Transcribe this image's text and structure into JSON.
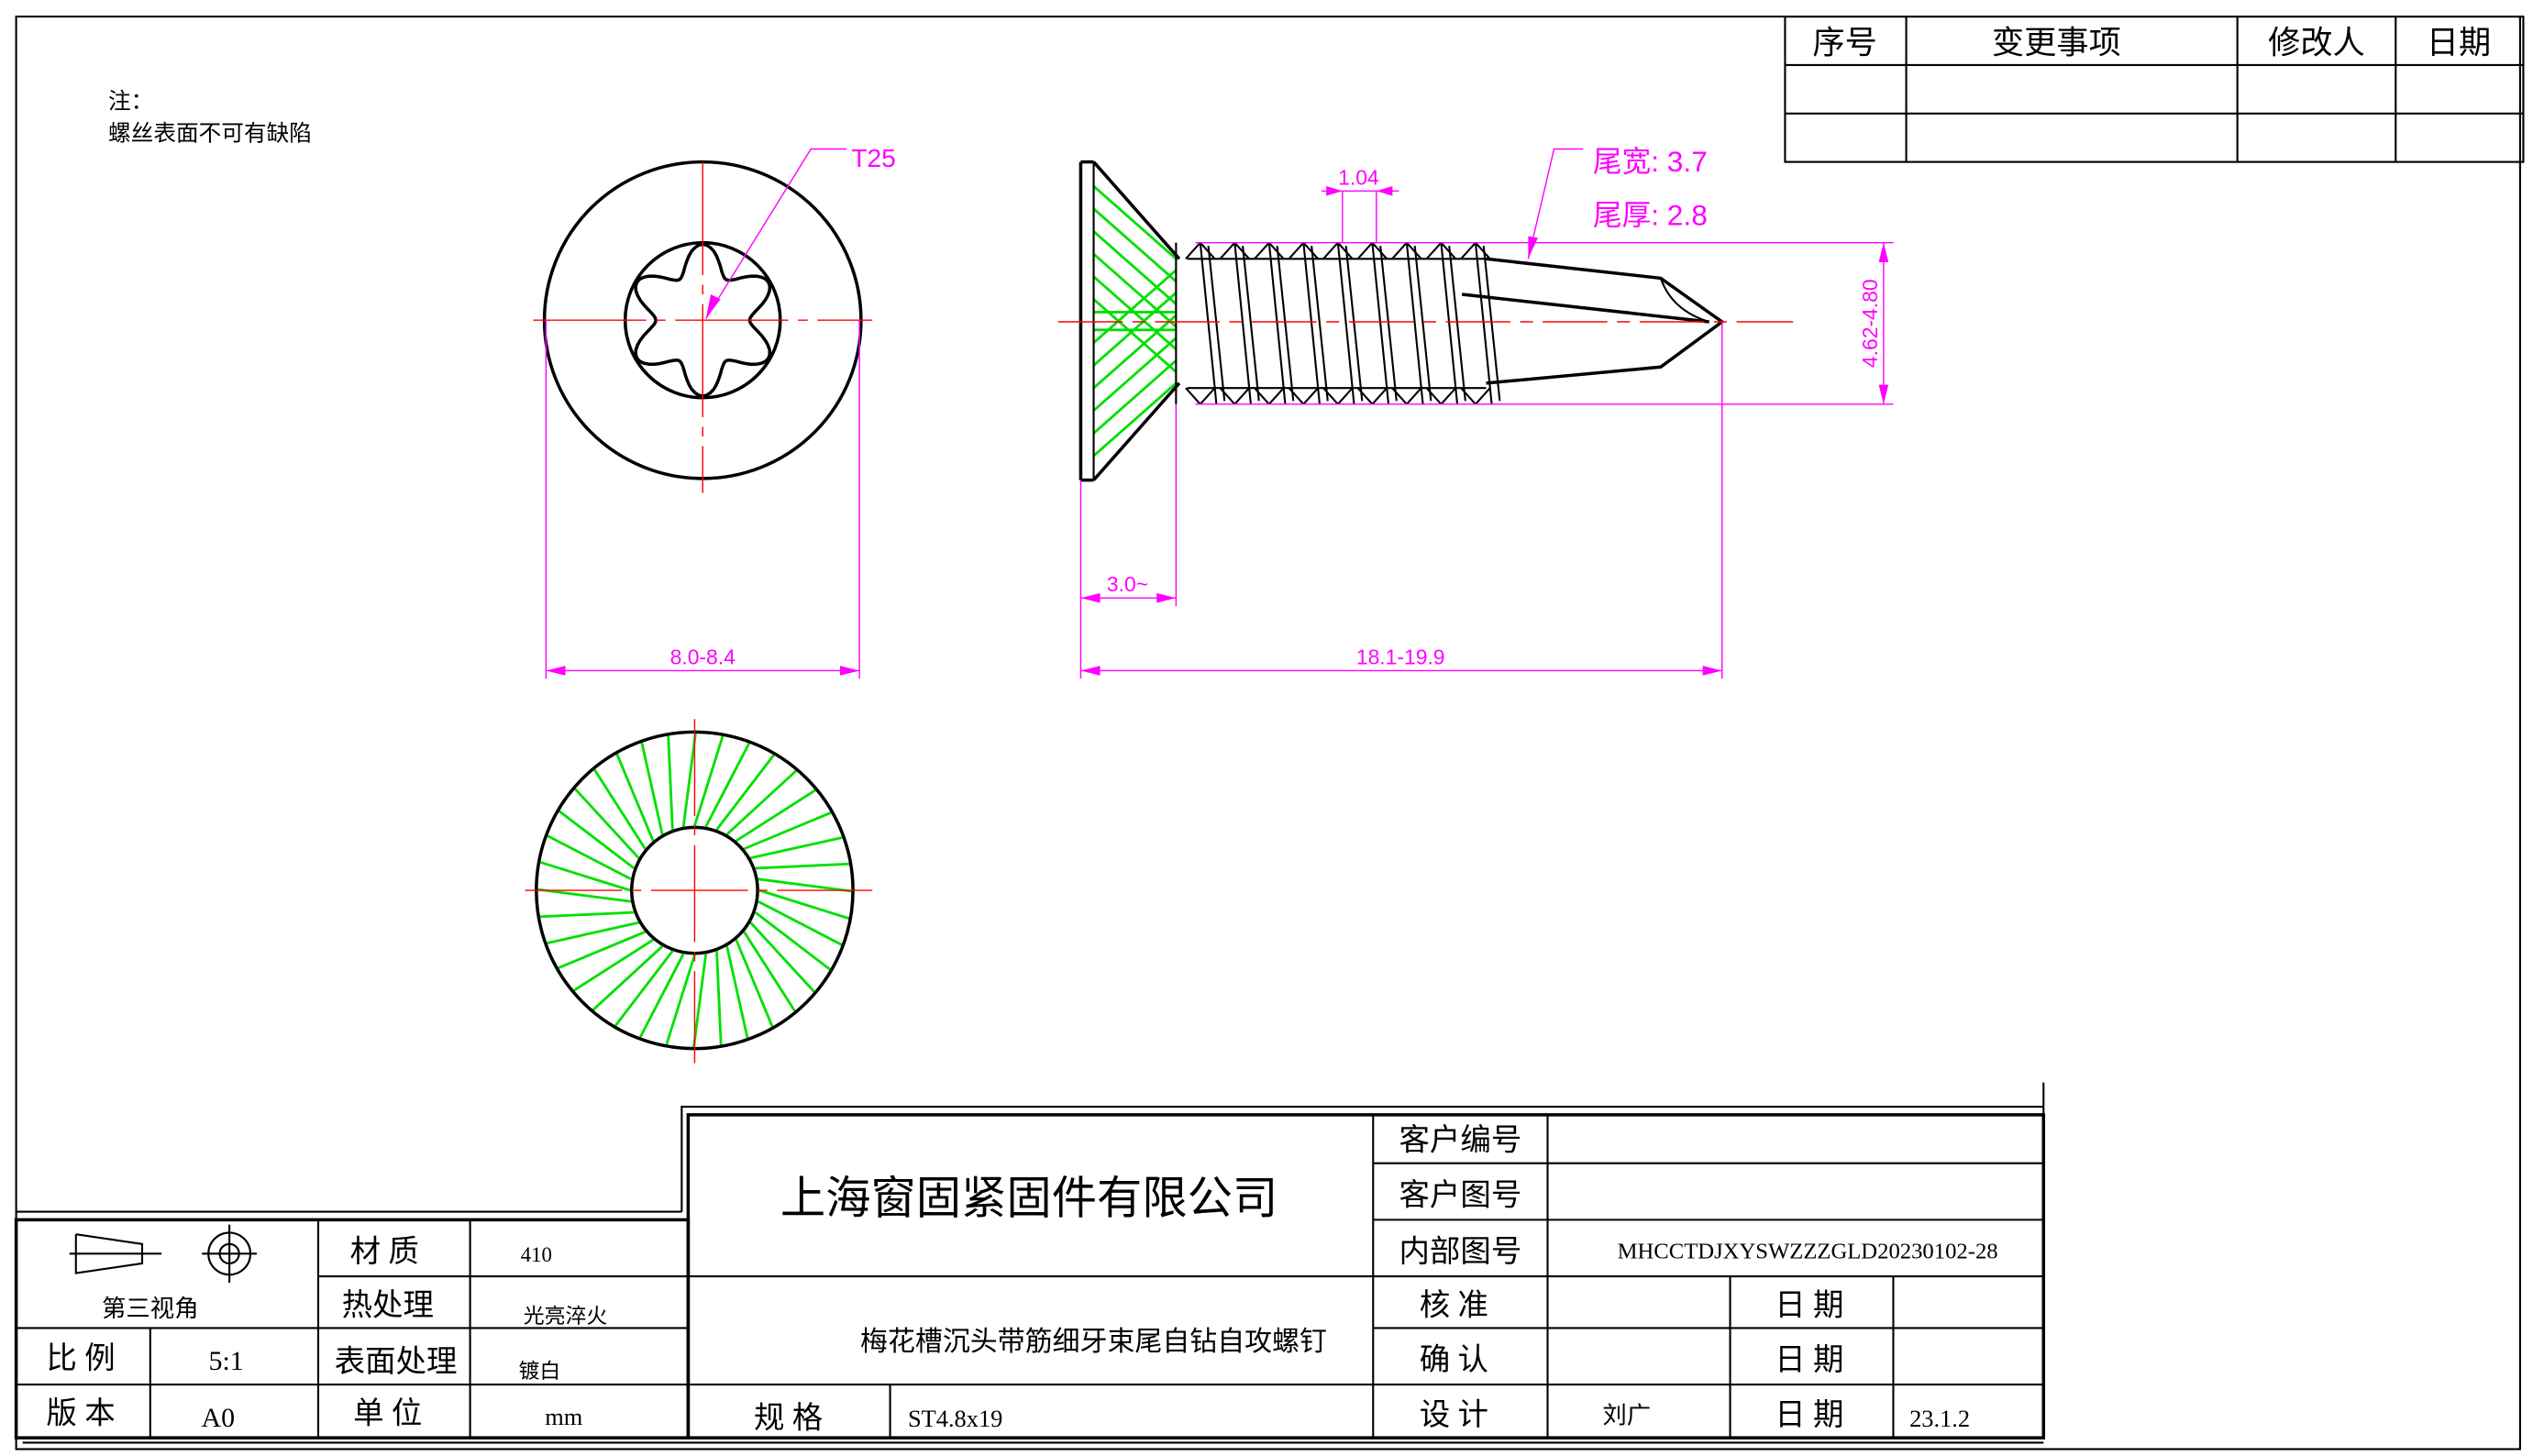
{
  "revision_table": {
    "headers": [
      "序号",
      "变更事项",
      "修改人",
      "日期"
    ]
  },
  "notes": {
    "title": "注：",
    "line1": "螺丝表面不可有缺陷"
  },
  "dimensions": {
    "drive": "T25",
    "head_diameter": "8.0-8.4",
    "head_height": "3.0~",
    "length": "18.1-19.9",
    "pitch": "1.04",
    "thread_diameter": "4.62-4.80",
    "tail_width": "尾宽: 3.7",
    "tail_thickness": "尾厚: 2.8"
  },
  "title_block": {
    "projection_label": "第三视角",
    "material_label": "材 质",
    "material_value": "410",
    "heat_label": "热处理",
    "heat_value": "光亮淬火",
    "surface_label": "表面处理",
    "surface_value": "镀白",
    "scale_label": "比 例",
    "scale_value": "5:1",
    "version_label": "版 本",
    "version_value": "A0",
    "unit_label": "单 位",
    "unit_value": "mm",
    "company": "上海窗固紧固件有限公司",
    "product_name": "梅花槽沉头带筋细牙束尾自钻自攻螺钉",
    "spec_label": "规 格",
    "spec_value": "ST4.8x19",
    "customer_no_label": "客户编号",
    "customer_no_value": "",
    "customer_drawing_label": "客户图号",
    "customer_drawing_value": "",
    "internal_drawing_label": "内部图号",
    "internal_drawing_value": "MHCCTDJXYSWZZZGLD20230102-28",
    "approve_label": "核 准",
    "approve_value": "",
    "confirm_label": "确 认",
    "confirm_value": "",
    "design_label": "设 计",
    "design_value": "刘广",
    "date_label": "日 期",
    "approve_date": "",
    "confirm_date": "",
    "design_date": "23.1.2"
  },
  "colors": {
    "dimension": "#ff00ff",
    "hatch": "#00e000",
    "centerline": "#ff0000"
  }
}
